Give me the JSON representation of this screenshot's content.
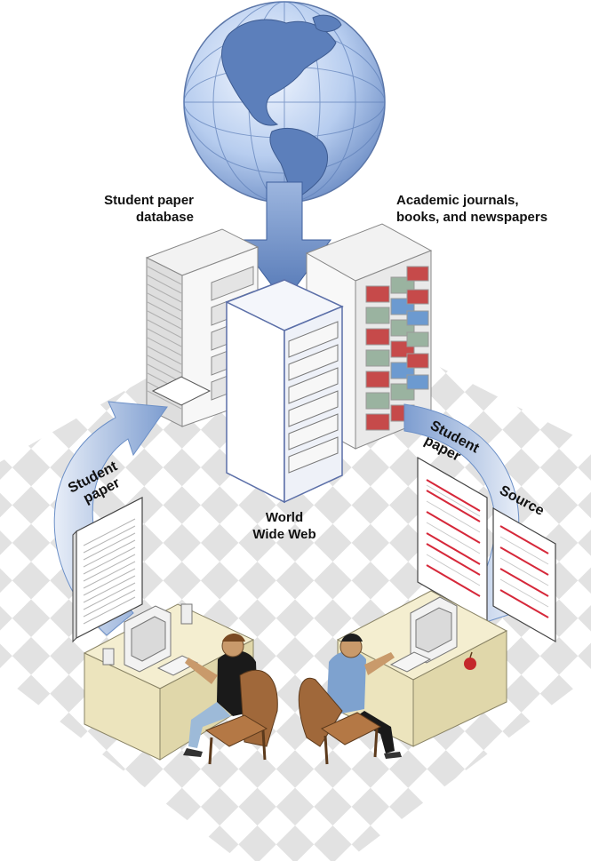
{
  "labels": {
    "student_paper_database": [
      "Student paper",
      "database"
    ],
    "academic_sources": [
      "Academic journals,",
      "books, and newspapers"
    ],
    "world_wide_web": [
      "World",
      "Wide Web"
    ],
    "submitted_paper": [
      "Student",
      "paper"
    ],
    "compared_paper": [
      "Student",
      "paper"
    ],
    "source_document": "Source"
  },
  "icons": [
    "globe-icon",
    "down-arrow-icon",
    "paper-stack-server-icon",
    "web-server-icon",
    "bookshelf-server-icon",
    "curved-arrow-up-icon",
    "curved-arrow-down-icon",
    "document-icon",
    "student-workstation-icon",
    "instructor-workstation-icon",
    "apple-icon"
  ],
  "colors": {
    "arrow": "#6b8fc7",
    "globe": "#a9c4ea",
    "highlight": "#d6283a",
    "floor": "#d9d9d9"
  }
}
